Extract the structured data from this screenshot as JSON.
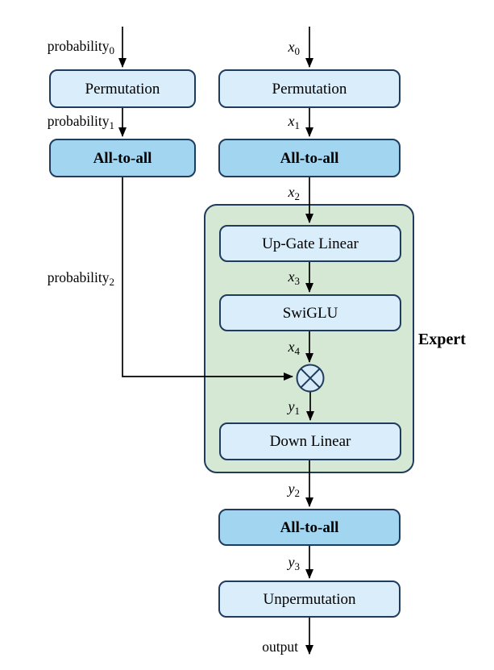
{
  "diagram": {
    "type": "flow-diagram",
    "nodes": {
      "perm_left": "Permutation",
      "a2a_left": "All-to-all",
      "perm_right": "Permutation",
      "a2a_right": "All-to-all",
      "up_gate": "Up-Gate Linear",
      "swiglu": "SwiGLU",
      "down_linear": "Down Linear",
      "a2a_bottom": "All-to-all",
      "unpermutation": "Unpermutation",
      "expert_group": "Expert",
      "multiply_node_symbol": "⊗"
    },
    "edges": {
      "prob0": {
        "base": "probability",
        "sub": "0"
      },
      "prob1": {
        "base": "probability",
        "sub": "1"
      },
      "prob2": {
        "base": "probability",
        "sub": "2"
      },
      "x0": {
        "base": "x",
        "sub": "0"
      },
      "x1": {
        "base": "x",
        "sub": "1"
      },
      "x2": {
        "base": "x",
        "sub": "2"
      },
      "x3": {
        "base": "x",
        "sub": "3"
      },
      "x4": {
        "base": "x",
        "sub": "4"
      },
      "y1": {
        "base": "y",
        "sub": "1"
      },
      "y2": {
        "base": "y",
        "sub": "2"
      },
      "y3": {
        "base": "y",
        "sub": "3"
      },
      "output": {
        "base": "output",
        "sub": ""
      }
    },
    "colors": {
      "box_light_blue": "#daedfa",
      "box_medium_blue": "#a2d6f0",
      "expert_green": "#d5e8d4",
      "node_circle_fill": "#d6eaf8",
      "stroke_navy": "#1f3b5d",
      "arrow_black": "#000000"
    }
  }
}
